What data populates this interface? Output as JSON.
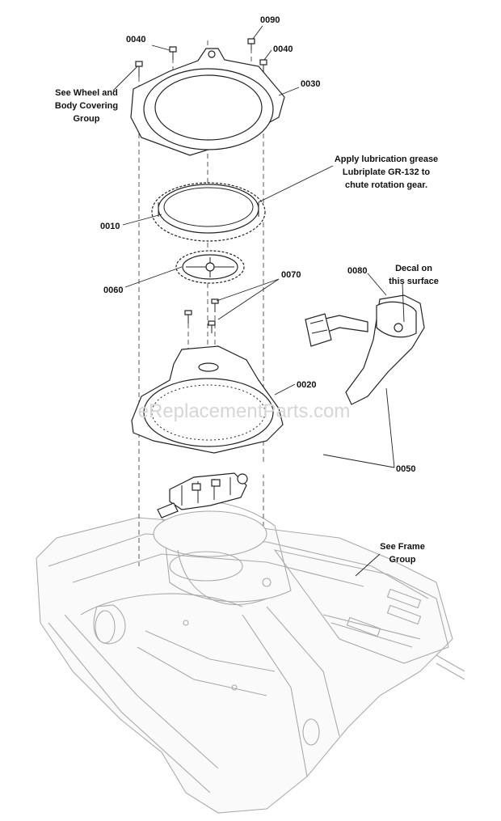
{
  "labels": {
    "p0040_top": "0040",
    "p0090": "0090",
    "p0040_right": "0040",
    "p0030": "0030",
    "p0010": "0010",
    "p0060": "0060",
    "p0070": "0070",
    "p0080": "0080",
    "p0020": "0020",
    "p0050": "0050"
  },
  "notes": {
    "wheel_body_1": "See Wheel and",
    "wheel_body_2": "Body Covering",
    "wheel_body_3": "Group",
    "grease_1": "Apply lubrication grease",
    "grease_2": "Lubriplate GR-132 to",
    "grease_3": "chute rotation gear.",
    "decal_1": "Decal on",
    "decal_2": "this surface",
    "frame_1": "See Frame",
    "frame_2": "Group"
  },
  "watermark": "eReplacementParts.com"
}
